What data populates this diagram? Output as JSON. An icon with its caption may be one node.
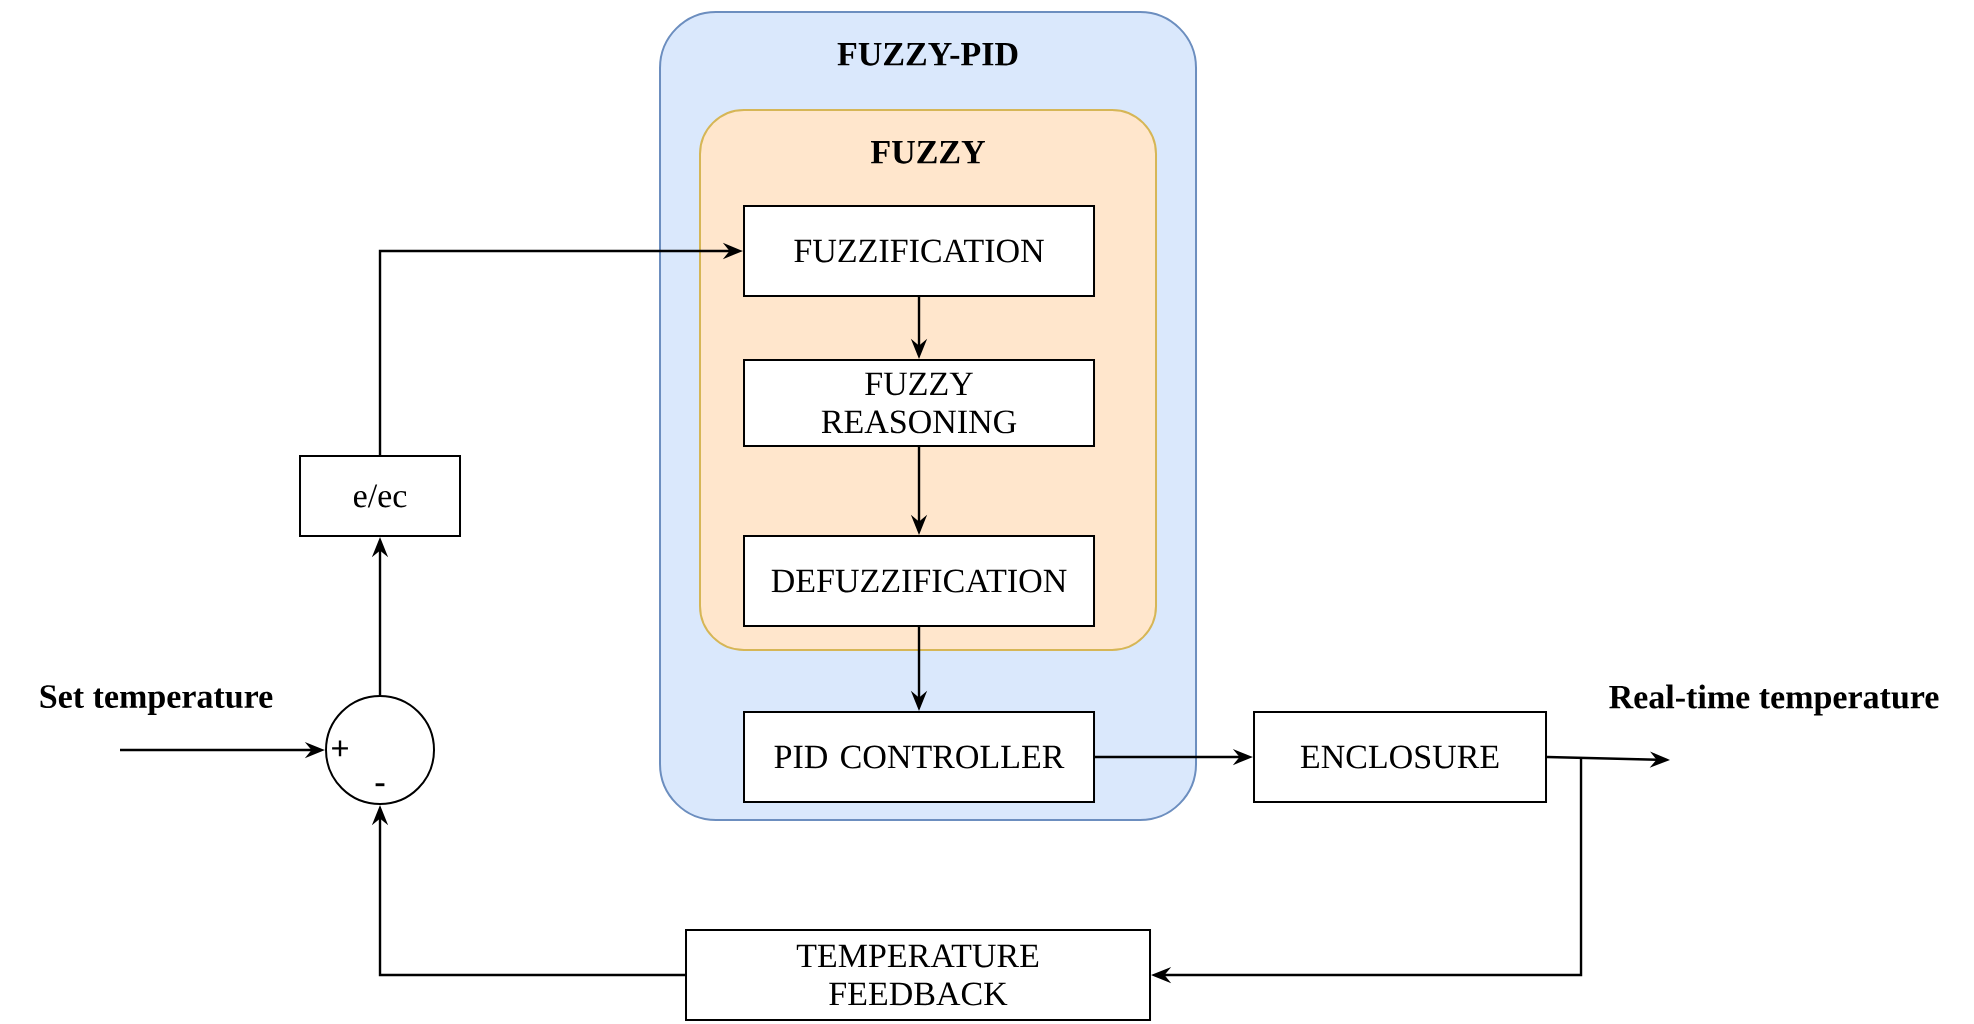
{
  "diagram": {
    "nodes": [
      {
        "text": [
          "FUZZY-PID"
        ]
      },
      {
        "text": [
          "FUZZY"
        ],
        "in": 0
      },
      {
        "text": [
          "FUZZIFICATION"
        ],
        "in": 1
      },
      {
        "text": [
          "FUZZY REASONING"
        ],
        "in": 1
      },
      {
        "text": [
          "DEFUZZIFICATION"
        ],
        "in": 1
      },
      {
        "text": [
          "PID CONTROLLER"
        ],
        "in": 0
      },
      {
        "text": [
          "e/ec"
        ]
      },
      {
        "text": [
          "+",
          "-"
        ]
      },
      {
        "text": [
          "ENCLOSURE"
        ]
      },
      {
        "text": [
          "TEMPERATURE FEEDBACK"
        ]
      }
    ],
    "edges": [
      {
        "from": null,
        "to": 7,
        "arrow": "to",
        "label": "Set temperature"
      },
      {
        "from": 7,
        "to": 6,
        "arrow": "to"
      },
      {
        "from": 6,
        "to": 2,
        "arrow": "to"
      },
      {
        "from": 2,
        "to": 3,
        "arrow": "to"
      },
      {
        "from": 3,
        "to": 4,
        "arrow": "to"
      },
      {
        "from": 4,
        "to": 5,
        "arrow": "to"
      },
      {
        "from": 5,
        "to": 8,
        "arrow": "to"
      },
      {
        "from": 8,
        "to": null,
        "arrow": "to",
        "label": "Real-time temperature"
      },
      {
        "from": 8,
        "to": 9,
        "arrow": "to"
      },
      {
        "from": 9,
        "to": 7,
        "arrow": "to"
      }
    ]
  }
}
